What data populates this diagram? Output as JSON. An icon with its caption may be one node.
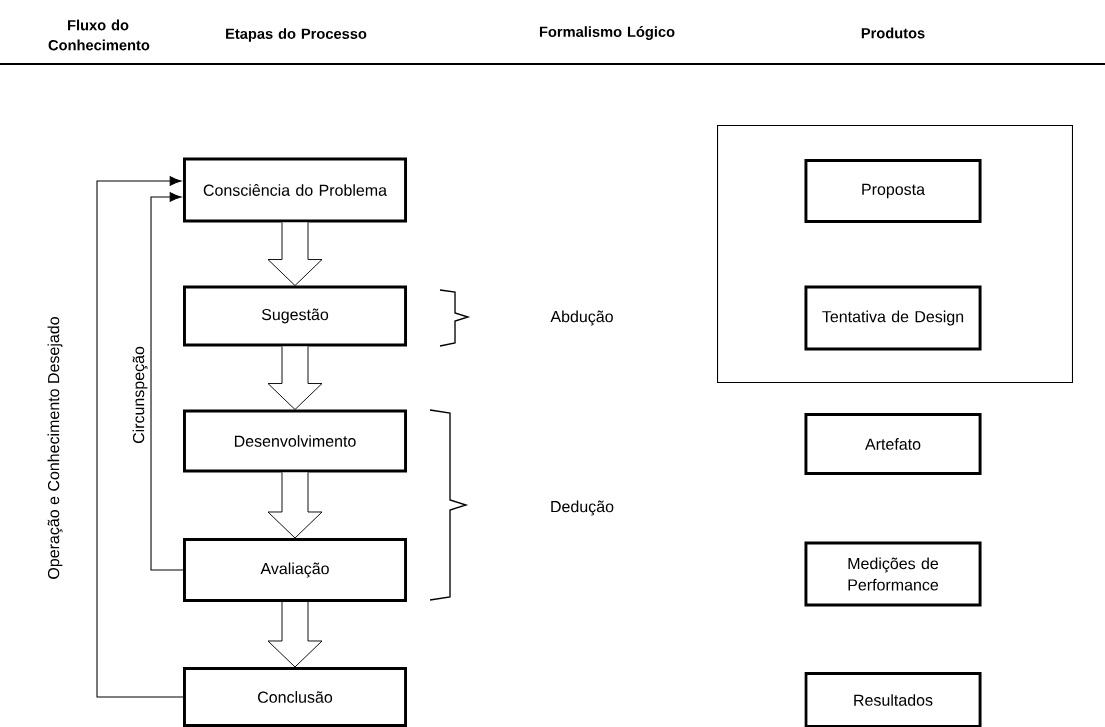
{
  "diagram": {
    "nodes": [
      {
        "text": [
          "Consciência do Problema"
        ]
      },
      {
        "text": [
          "Sugestão"
        ]
      },
      {
        "text": [
          "Desenvolvimento"
        ]
      },
      {
        "text": [
          "Avaliação"
        ]
      },
      {
        "text": [
          "Conclusão"
        ]
      },
      {
        "text": [],
        "shape": "box"
      },
      {
        "text": [
          "Proposta"
        ],
        "in": 5
      },
      {
        "text": [
          "Tentativa de Design"
        ],
        "in": 5
      },
      {
        "text": [
          "Artefato"
        ]
      },
      {
        "text": [
          "Medições de Performance"
        ]
      },
      {
        "text": [
          "Resultados"
        ]
      }
    ],
    "edges": [
      {
        "from": 0,
        "to": 1,
        "arrow": "to"
      },
      {
        "from": 1,
        "to": 2,
        "arrow": "to"
      },
      {
        "from": 2,
        "to": 3,
        "arrow": "to"
      },
      {
        "from": 3,
        "to": 4,
        "arrow": "to"
      },
      {
        "from": 4,
        "to": 0,
        "arrow": "to",
        "label": "Operação e Conhecimento Desejado"
      },
      {
        "from": 3,
        "to": 0,
        "arrow": "to",
        "label": "Circunspeção"
      }
    ],
    "labels": [
      "Fluxo do Conhecimento",
      "Etapas do Processo",
      "Formalismo Lógico",
      "Produtos",
      "Abdução",
      "Dedução"
    ]
  }
}
